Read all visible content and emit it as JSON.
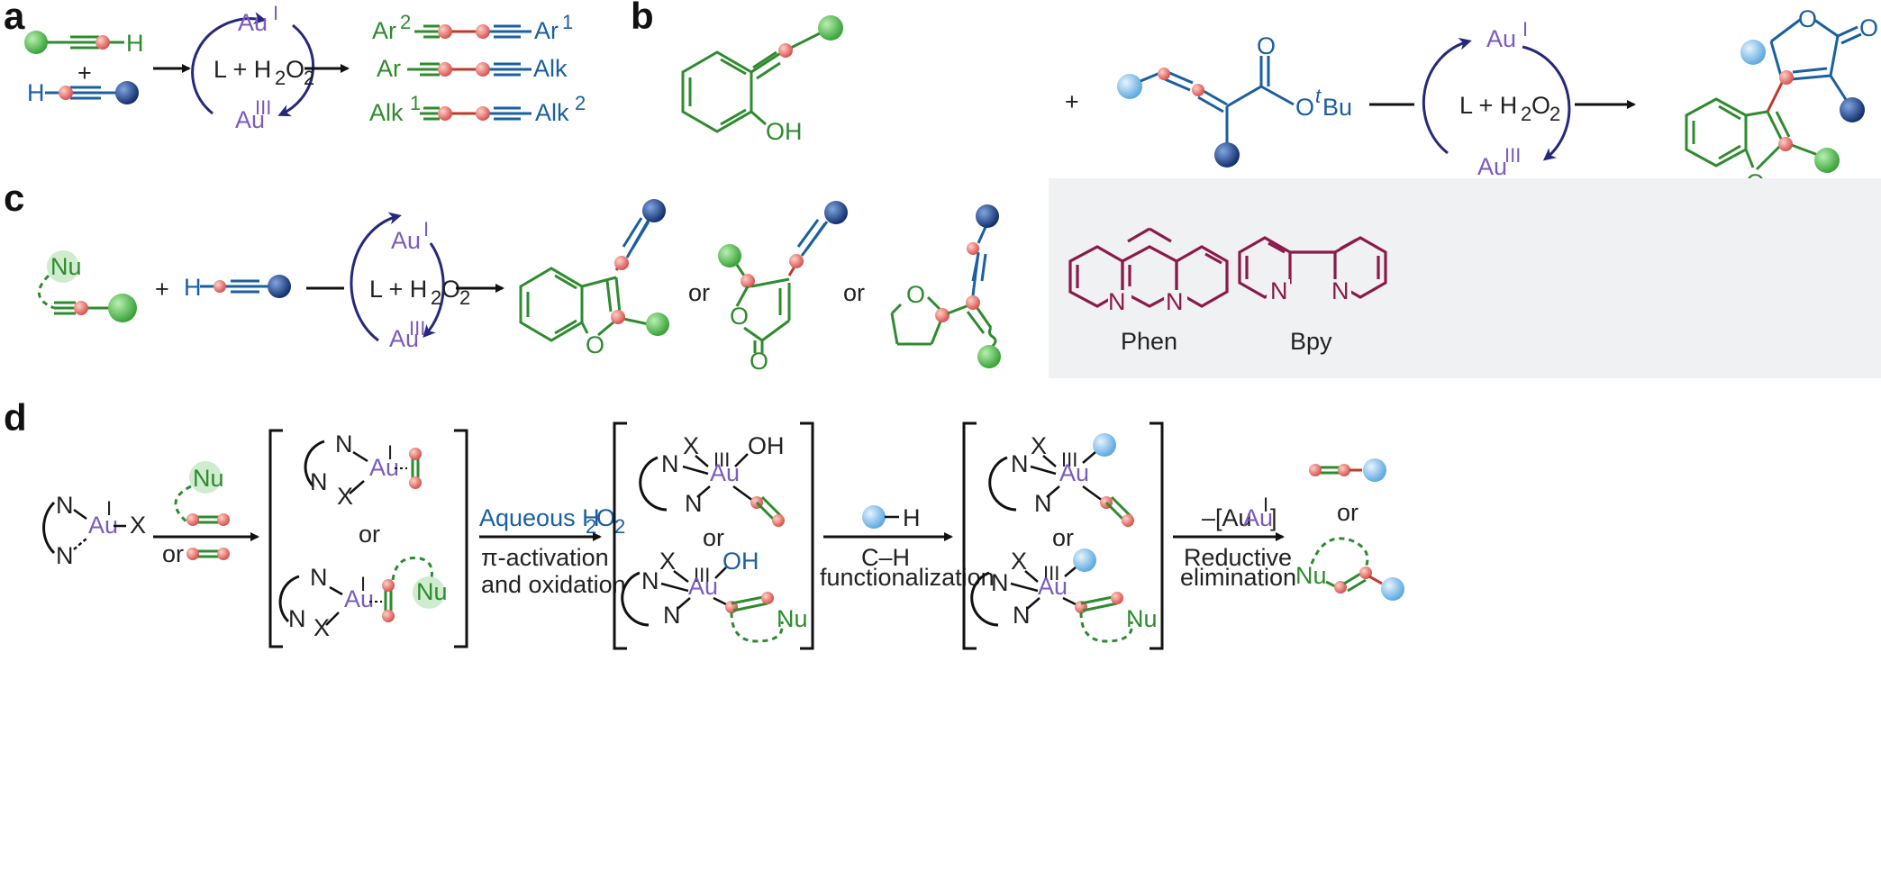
{
  "colors": {
    "green_ball": "#5cb85c",
    "red_ball": "#e8706a",
    "dark_blue_ball": "#1f3f8f",
    "light_blue_ball": "#8ec4ea",
    "nu_circle": "#cfeccf",
    "green_text": "#2e8b2e",
    "blue_text": "#1a5fa0",
    "gold_purple": "#7a5bbf",
    "ligand_maroon": "#8b1a4a",
    "cycle_arrow": "#26287a",
    "box_fill": "#f0f1f3"
  },
  "panels": {
    "a": "a",
    "b": "b",
    "c": "c",
    "d": "d"
  },
  "common": {
    "au1": "Au",
    "au3": "Au",
    "sup_I": "I",
    "sup_III": "III",
    "L_plus": "L + H",
    "sub2": "2",
    "O": "O",
    "or": "or",
    "plus": "+",
    "H": "H",
    "N": "N",
    "X": "X",
    "Nu": "Nu",
    "OH": "OH"
  },
  "panel_a": {
    "ar2": "Ar",
    "ar2_sup": "2",
    "ar1": "Ar",
    "ar1_sup": "1",
    "ar": "Ar",
    "alk": "Alk",
    "alk1": "Alk",
    "alk1_sup": "1",
    "alk2": "Alk",
    "alk2_sup": "2"
  },
  "panel_b": {
    "OH": "OH",
    "ester": "O",
    "ester_sup": "t",
    "ester_tail": "Bu",
    "O": "O"
  },
  "panel_c": {
    "phen": "Phen",
    "bpy": "Bpy"
  },
  "panel_d": {
    "aqueous": "Aqueous H",
    "aqueous_sub": "2",
    "aqueous_O": "O",
    "aqueous_sub2": "2",
    "pi_activation": "π-activation",
    "and_oxidation": "and oxidation",
    "ch": "C–H",
    "functionalization": "functionalization",
    "minus_au": "–[Au",
    "minus_au_sup": "I",
    "minus_au_close": "]",
    "reductive": "Reductive",
    "elimination": "elimination"
  }
}
